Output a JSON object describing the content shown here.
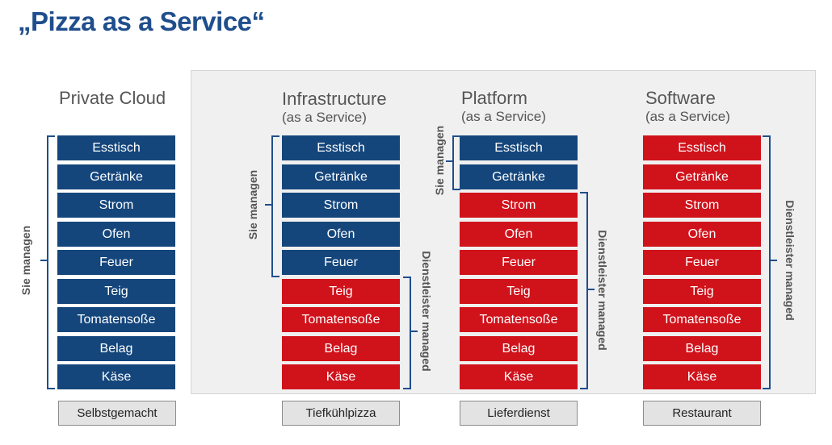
{
  "title": "„Pizza as a Service“",
  "columns": [
    {
      "title": "Private Cloud",
      "subtitle": "",
      "footer": "Selbstgemacht",
      "layers": [
        "Esstisch",
        "Getränke",
        "Strom",
        "Ofen",
        "Feuer",
        "Teig",
        "Tomatensoße",
        "Belag",
        "Käse"
      ],
      "managed_by_you_count": 9
    },
    {
      "title": "Infrastructure",
      "subtitle": "(as a Service)",
      "footer": "Tiefkühlpizza",
      "layers": [
        "Esstisch",
        "Getränke",
        "Strom",
        "Ofen",
        "Feuer",
        "Teig",
        "Tomatensoße",
        "Belag",
        "Käse"
      ],
      "managed_by_you_count": 5
    },
    {
      "title": "Platform",
      "subtitle": "(as a Service)",
      "footer": "Lieferdienst",
      "layers": [
        "Esstisch",
        "Getränke",
        "Strom",
        "Ofen",
        "Feuer",
        "Teig",
        "Tomatensoße",
        "Belag",
        "Käse"
      ],
      "managed_by_you_count": 2
    },
    {
      "title": "Software",
      "subtitle": "(as a Service)",
      "footer": "Restaurant",
      "layers": [
        "Esstisch",
        "Getränke",
        "Strom",
        "Ofen",
        "Feuer",
        "Teig",
        "Tomatensoße",
        "Belag",
        "Käse"
      ],
      "managed_by_you_count": 0
    }
  ],
  "labels": {
    "you_manage": "Sie managen",
    "provider_managed": "Dienstleister managed"
  },
  "colors": {
    "you_manage": "#14467c",
    "provider_managed": "#d0121b",
    "title": "#1f4e8c"
  }
}
